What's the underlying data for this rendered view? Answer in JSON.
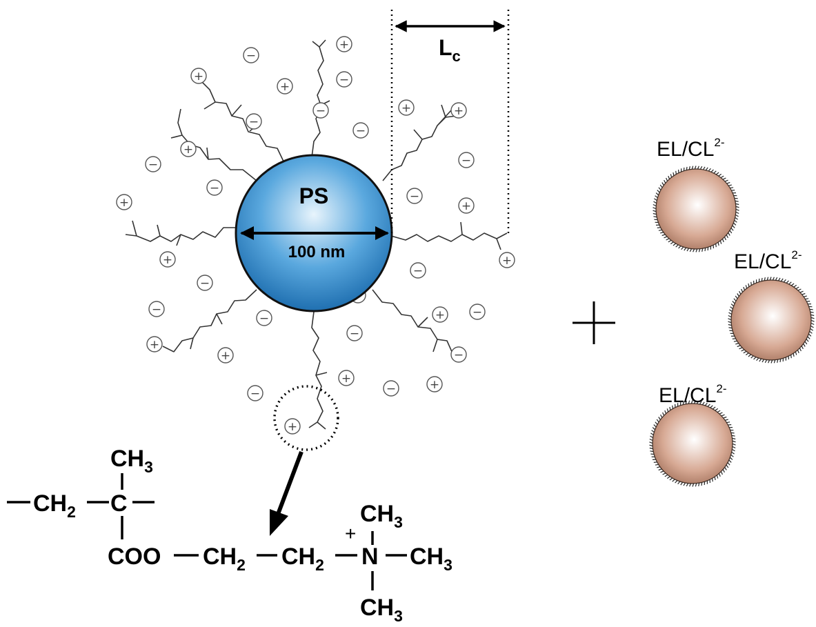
{
  "colors": {
    "ps_sphere_light": "#e8f4fc",
    "ps_sphere_mid": "#5aa8de",
    "ps_sphere_dark": "#1f6fb0",
    "el_sphere_light": "#ffffff",
    "el_sphere_mid": "#d7a994",
    "el_sphere_dark": "#a6755f",
    "ion_stroke": "#555555",
    "brush_stroke": "#333333"
  },
  "core": {
    "label": "PS",
    "diameter_label": "100 nm"
  },
  "brush_length_label": {
    "main": "L",
    "subscript": "c"
  },
  "ions": {
    "cation_symbol": "+",
    "anion_symbol": "−"
  },
  "plus_sign": "+",
  "el_particles": [
    {
      "label": "EL/CL",
      "charge": "2-"
    },
    {
      "label": "EL/CL",
      "charge": "2-"
    },
    {
      "label": "EL/CL",
      "charge": "2-"
    }
  ],
  "monomer_formula": {
    "top_methyl": {
      "main": "CH",
      "sub": "3"
    },
    "backbone_ch2": {
      "main": "CH",
      "sub": "2"
    },
    "backbone_c": "C",
    "ester": "COO",
    "spacer1": {
      "main": "CH",
      "sub": "2"
    },
    "spacer2": {
      "main": "CH",
      "sub": "2"
    },
    "nitrogen": "N",
    "nitrogen_charge": "+",
    "methyl_top": {
      "main": "CH",
      "sub": "3"
    },
    "methyl_right": {
      "main": "CH",
      "sub": "3"
    },
    "methyl_bottom": {
      "main": "CH",
      "sub": "3"
    }
  }
}
